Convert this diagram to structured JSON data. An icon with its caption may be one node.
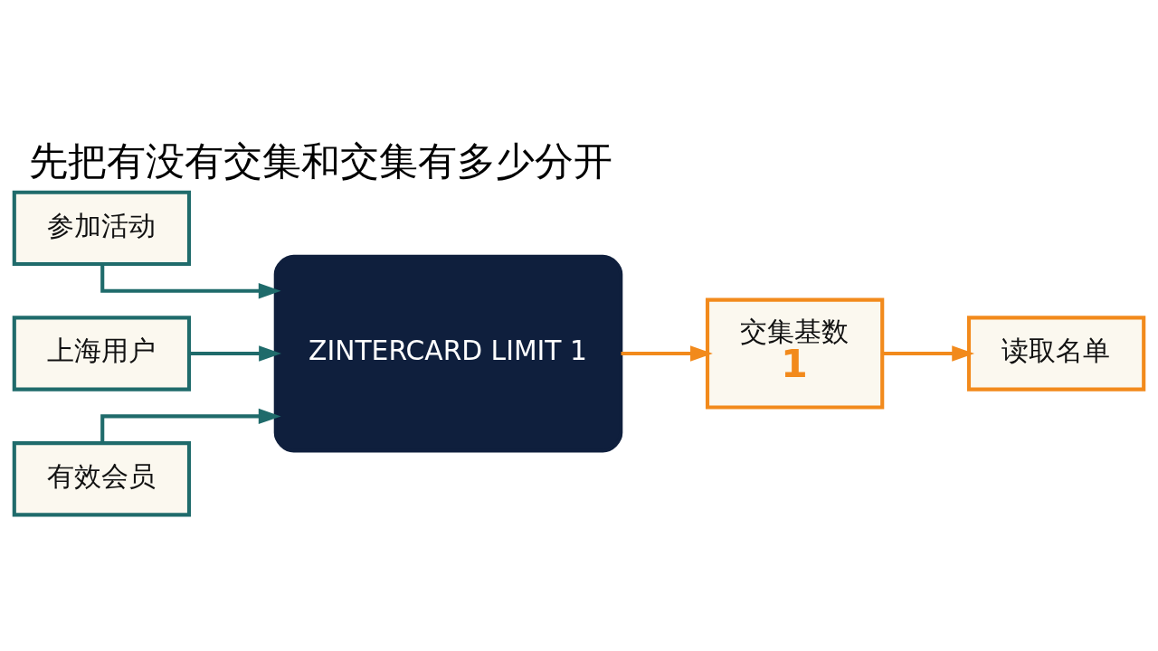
{
  "diagram": {
    "title": "先把有没有交集和交集有多少分开",
    "nodes": [
      {
        "text": [
          "参加活动"
        ]
      },
      {
        "text": [
          "上海用户"
        ]
      },
      {
        "text": [
          "有效会员"
        ]
      },
      {
        "text": [
          "ZINTERCARD LIMIT 1"
        ]
      },
      {
        "text": [
          "交集基数",
          "1"
        ]
      },
      {
        "text": [
          "读取名单"
        ]
      }
    ],
    "edges": [
      {
        "from": 0,
        "to": 3,
        "arrow": "to"
      },
      {
        "from": 1,
        "to": 3,
        "arrow": "to"
      },
      {
        "from": 2,
        "to": 3,
        "arrow": "to"
      },
      {
        "from": 3,
        "to": 4,
        "arrow": "to",
        "color": "#f28a1c"
      },
      {
        "from": 4,
        "to": 5,
        "arrow": "to",
        "color": "#f28a1c"
      }
    ]
  }
}
